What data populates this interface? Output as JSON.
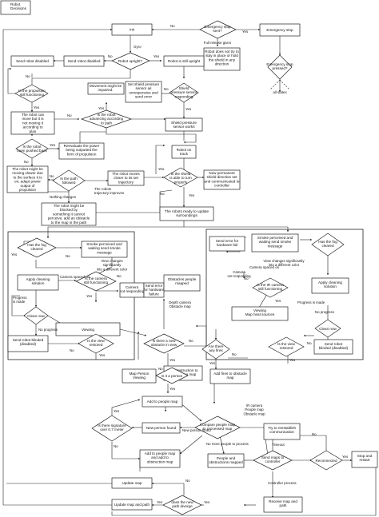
{
  "title_box": "Robot\nDecisions",
  "nodes": {
    "init": "init",
    "emergency_q": "Emergency stop\nsent?",
    "emergency_stop": "Emergency stop",
    "full_release": "Full release given",
    "robot_stays": "Robot does not try to\nstay in place or hold\nthe shield in any\ndirection",
    "emergency_pressed": "Emergency stop\npressed?",
    "all_states": "all states",
    "send_disabled_1": "Send robot disabled",
    "send_disabled_2": "Send robot disabled",
    "upright_q": "Robot upright?",
    "still_upright": "Robot is still upright",
    "propulsion_q": "Is the propulsion\nstill functioning",
    "movement_impaired": "Movement might be\nimpaired.",
    "set_pressure": "Set shield pressure\nsensor as\nunresponsive and\nsend error",
    "pressure_q": "Shield\npressure sensor\nresponding",
    "robot_move": "The robot can\nmove but it is\nnot moving it\naccording to\nplan",
    "advancing_q": "Is the robot\nadvancing according\nto path",
    "shield_works": "Shield pressure\nsensor works",
    "pushed_back_q": "Is the robot\nbeen pushed back",
    "reevaluate": "Reevaluate the power\nbeing outputted the\nform of propulsion",
    "on_track": "Robot on\ntrack",
    "slow_down": "The robot might be\nmoving slower due\nto the surface it is\non, adapt power\noutput of\npropulsion",
    "path_followed_q": "Is the path\nfollowed",
    "moves_closer": "The robot moves\ncloser to its set\ntrajectory",
    "shield_turn_q": "Is the shield\nis able to turn\nproperly",
    "new_direction": "New permanent\nshield direction set\nand communicated to\ncontroller",
    "blocked": "The robot might be\nblocked by\nsomething it cannot\nperceive, add an obstacle\nto the map in the path",
    "ready_update": "The robots ready to update\nsurroundings",
    "fog_cleared_l": "Has the fog\ncleared",
    "smoke_msg_l": "Smoke perceived and\nwaiting send smoke\nmessage",
    "view_changes_l": "View changes\nsignificantly\ninto a different color",
    "apply_clean_l": "Apply cleaning\nsolution",
    "camera_q": "Is the camera\nstill functioning",
    "camera_error": "Camera\nnot responding",
    "send_hw_error_l": "Send error\nfor hardware\nfailure",
    "obstacles_mapped": "Obstacles people\nmapped",
    "clean_now_l": "Clean now",
    "viewing_l": "Viewing",
    "depth_camera": "Depth camera\nObstacle map",
    "send_blinded_l": "Send robot blinded\n(disabled)",
    "view_restored_l": "Is the view\nrestored",
    "new_obstacle_q": "Is there a new\nobstacle in view",
    "add_destruction": "Add destruction to\nobstruction map",
    "map_person": "Map Person\nViewing",
    "person_q": "Is it a person",
    "send_hw_error_r": "Send error for\nhardware fail",
    "smoke_msg_r": "Smoke perceived and\nwaiting send smoke\nmessage",
    "fog_cleared_r": "Has the fog\ncleared",
    "camera_not_resp": "Camera\nnot responding",
    "view_changes_r": "View changes significantly\ninto a different color",
    "ir_q": "Is the IR camera\nstill functioning",
    "apply_clean_r": "Apply cleaning\nsolution",
    "viewing_heat": "Viewing\nMap heat sources",
    "clean_now_r": "Clean now",
    "fires_q": "Are there\nany fires",
    "view_restored_r": "Is the view\nrestored",
    "send_blinded_r": "Send robot\nblinded (disabled)",
    "add_fires": "Add fires to obstacle\nmap",
    "add_people": "Add to people map",
    "ir_camera": "IR camera\nPeople map\nObstacle map",
    "signature_q": "Is there signature\nover 0.7 meter",
    "new_person": "New person found",
    "compare_q": "Compare people map\nto processed map",
    "add_people_obs": "Add to people map\nand add to\nobstruction map",
    "people_obs_mapped": "People and\nobstructions mapped",
    "reestablish": "Try to reestablish\ncommunication",
    "send_maps": "Send maps to\ncontroller",
    "reconnected_q": "Reconnected",
    "stop_restart": "Stop and\nrestart",
    "update_map": "Update map",
    "receive_map": "Receive map and\npath",
    "update_map_path": "Update map and path",
    "path_diverge_q": "does the new\npath diverge"
  },
  "edge_labels": {
    "e_no_top": "No",
    "e_yes_top": "Yes",
    "e_gyro": "Gyro",
    "e_no_up": "No",
    "e_yes_up": "Yes",
    "e_no_prop": "No",
    "e_yes_prop": "Yes",
    "e_no_press": "No",
    "e_yes_press": "Yes",
    "e_yes_adv": "Yes",
    "e_no_adv": "No",
    "e_yes_push": "Yes",
    "e_no_push": "No",
    "e_traj": "The robots\ntrajectory improves",
    "e_no_path": "No",
    "e_yes_turn": "Yes",
    "e_yes_path": "Yes",
    "e_nothing": "Nothing changes",
    "e_no_turn": "No",
    "e_yes_fog": "Yes",
    "e_no_fog": "No",
    "e_cam_spaced": "Camera spaced on",
    "e_progress_l": "Progress\nis made",
    "e_no_progress_l": "No progress",
    "e_no_cam": "No",
    "e_yes_cam": "Yes",
    "e_no_view_l": "No",
    "e_yes_view_l": "Yes",
    "e_yes_obs": "Yes",
    "e_no_obs": "No",
    "e_no_person": "No",
    "e_yes_person": "Yes",
    "e_cam_spaced_r": "Camera spaced on",
    "e_progress_r": "Progress is made",
    "e_no_progress_r": "No progress",
    "e_no_ir": "No",
    "e_yes_ir": "Yes",
    "e_yes_fires": "Yes",
    "e_no_fires": "No",
    "e_no_view_r": "No",
    "e_yes_view_r": "Yes",
    "e_yes_sig": "Yes",
    "e_no_sig": "No",
    "e_new_person": "New person found",
    "e_no_more": "No more people to process",
    "e_timeout": "Timeout",
    "e_yes_rec": "Yes",
    "e_no_rec": "No",
    "e_ctrl_process": "Controller process",
    "e_no_div": "No",
    "e_yes_div": "Yes",
    "e_yes_div2": "Yes"
  }
}
